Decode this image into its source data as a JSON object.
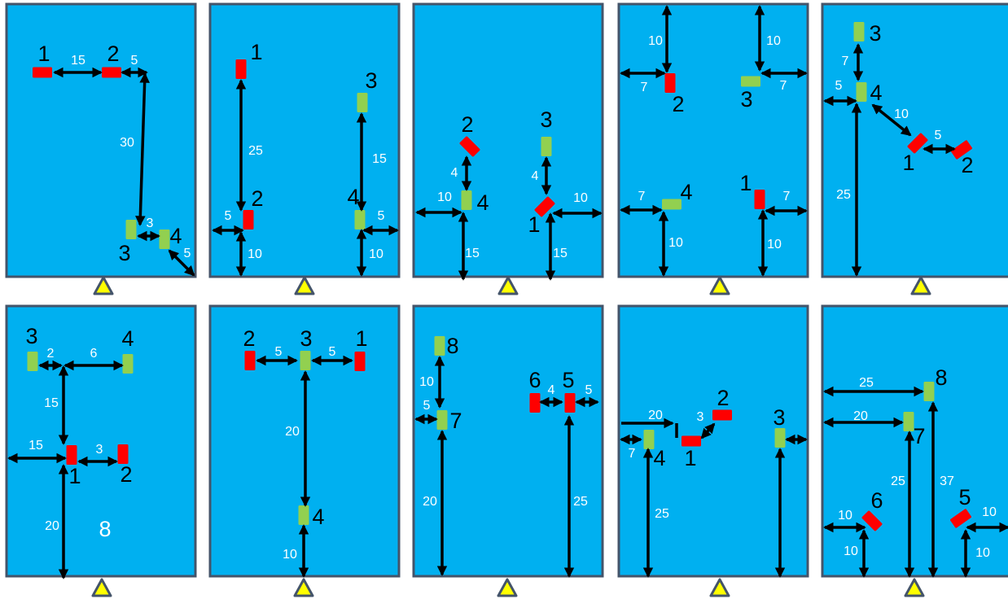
{
  "colors": {
    "panel": "#00b0f0",
    "panel_border": "#44546a",
    "red_marker": "#ff0000",
    "green_marker": "#92d050",
    "triangle": "#ffff00",
    "arrow": "#000000",
    "distance_text": "#ffffff",
    "number_text": "#000000"
  },
  "panels": [
    {
      "markers": [
        {
          "label": "1",
          "color": "red"
        },
        {
          "label": "2",
          "color": "red"
        },
        {
          "label": "3",
          "color": "green"
        },
        {
          "label": "4",
          "color": "green"
        }
      ],
      "distances": [
        "15",
        "5",
        "30",
        "3",
        "5"
      ]
    },
    {
      "markers": [
        {
          "label": "1",
          "color": "red"
        },
        {
          "label": "2",
          "color": "red"
        },
        {
          "label": "3",
          "color": "green"
        },
        {
          "label": "4",
          "color": "green"
        }
      ],
      "distances": [
        "25",
        "5",
        "10",
        "15",
        "5",
        "10"
      ]
    },
    {
      "markers": [
        {
          "label": "2",
          "color": "red"
        },
        {
          "label": "4",
          "color": "green"
        },
        {
          "label": "3",
          "color": "green"
        },
        {
          "label": "1",
          "color": "red"
        }
      ],
      "distances": [
        "4",
        "10",
        "15",
        "4",
        "10",
        "15"
      ]
    },
    {
      "markers": [
        {
          "label": "2",
          "color": "red"
        },
        {
          "label": "3",
          "color": "green"
        },
        {
          "label": "4",
          "color": "green"
        },
        {
          "label": "1",
          "color": "red"
        }
      ],
      "distances": [
        "10",
        "7",
        "10",
        "7",
        "7",
        "10",
        "7",
        "10"
      ]
    },
    {
      "markers": [
        {
          "label": "3",
          "color": "green"
        },
        {
          "label": "4",
          "color": "green"
        },
        {
          "label": "1",
          "color": "red"
        },
        {
          "label": "2",
          "color": "red"
        }
      ],
      "distances": [
        "7",
        "5",
        "10",
        "5",
        "25"
      ]
    },
    {
      "markers": [
        {
          "label": "3",
          "color": "green"
        },
        {
          "label": "4",
          "color": "green"
        },
        {
          "label": "1",
          "color": "red"
        },
        {
          "label": "2",
          "color": "red"
        }
      ],
      "distances": [
        "2",
        "6",
        "15",
        "15",
        "3",
        "20"
      ],
      "caption": "8"
    },
    {
      "markers": [
        {
          "label": "2",
          "color": "red"
        },
        {
          "label": "3",
          "color": "green"
        },
        {
          "label": "1",
          "color": "red"
        },
        {
          "label": "4",
          "color": "green"
        }
      ],
      "distances": [
        "5",
        "5",
        "20",
        "10"
      ]
    },
    {
      "markers": [
        {
          "label": "8",
          "color": "green"
        },
        {
          "label": "7",
          "color": "green"
        },
        {
          "label": "6",
          "color": "red"
        },
        {
          "label": "5",
          "color": "red"
        }
      ],
      "distances": [
        "10",
        "5",
        "20",
        "4",
        "5",
        "25"
      ]
    },
    {
      "markers": [
        {
          "label": "2",
          "color": "red"
        },
        {
          "label": "1",
          "color": "red"
        },
        {
          "label": "4",
          "color": "green"
        },
        {
          "label": "3",
          "color": "green"
        }
      ],
      "distances": [
        "20",
        "3",
        "7",
        "25"
      ]
    },
    {
      "markers": [
        {
          "label": "8",
          "color": "green"
        },
        {
          "label": "7",
          "color": "green"
        },
        {
          "label": "6",
          "color": "red"
        },
        {
          "label": "5",
          "color": "red"
        }
      ],
      "distances": [
        "25",
        "20",
        "25",
        "37",
        "10",
        "10",
        "10",
        "10"
      ]
    }
  ]
}
